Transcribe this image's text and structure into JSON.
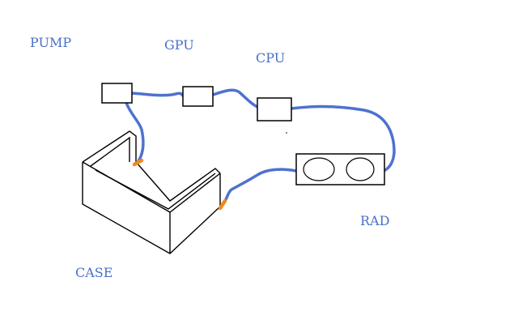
{
  "labels": {
    "pump": "PUMP",
    "gpu": "GPU",
    "cpu": "CPU",
    "rad": "RAD",
    "case": "CASE"
  },
  "colors": {
    "label_text": "#4a6fc8",
    "tubing": "#4f72cf",
    "fittings": "#ee8a1f",
    "outlines": "#000000",
    "background": "#ffffff"
  }
}
